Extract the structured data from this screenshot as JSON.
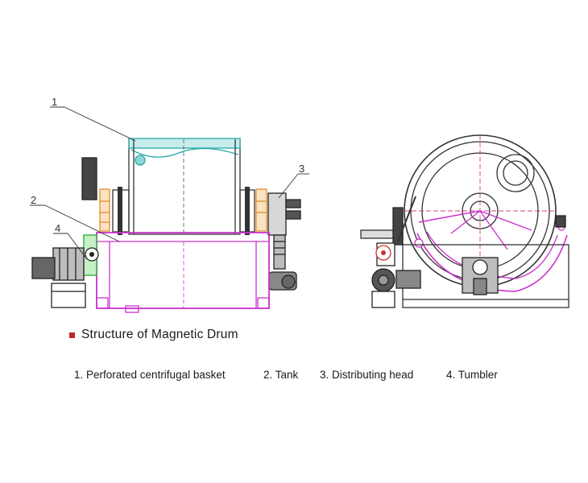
{
  "title": "Structure of Magnetic Drum",
  "callouts": [
    "1",
    "2",
    "3",
    "4"
  ],
  "legend": [
    "1. Perforated centrifugal basket",
    "2. Tank",
    "3. Distributing head",
    "4. Tumbler"
  ],
  "colors": {
    "bullet": "#c0262c",
    "line": "#333333",
    "tank": "#cc33cc",
    "basket": "#2aa8a8",
    "motor": "#22aa33",
    "valve": "#e0902a"
  }
}
